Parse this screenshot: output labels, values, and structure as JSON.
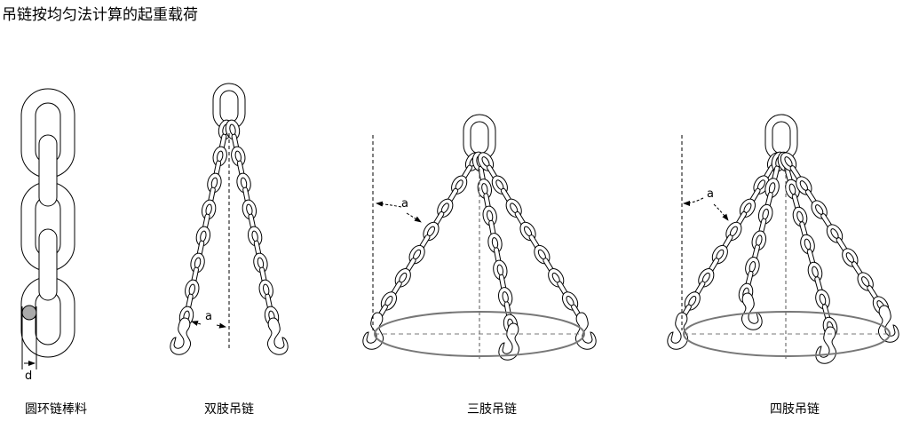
{
  "title": "吊链按均匀法计算的起重载荷",
  "figures": {
    "bar_stock": {
      "caption": "圆环链棒料",
      "dimension_label": "d"
    },
    "two_leg": {
      "caption": "双肢吊链",
      "angle_label": "a"
    },
    "three_leg": {
      "caption": "三肢吊链",
      "angle_label": "a"
    },
    "four_leg": {
      "caption": "四肢吊链",
      "angle_label": "a"
    }
  },
  "colors": {
    "line": "#000000",
    "load_ellipse": "#777777",
    "link_fill": "#ffffff",
    "dot": "#aaaaaa"
  }
}
